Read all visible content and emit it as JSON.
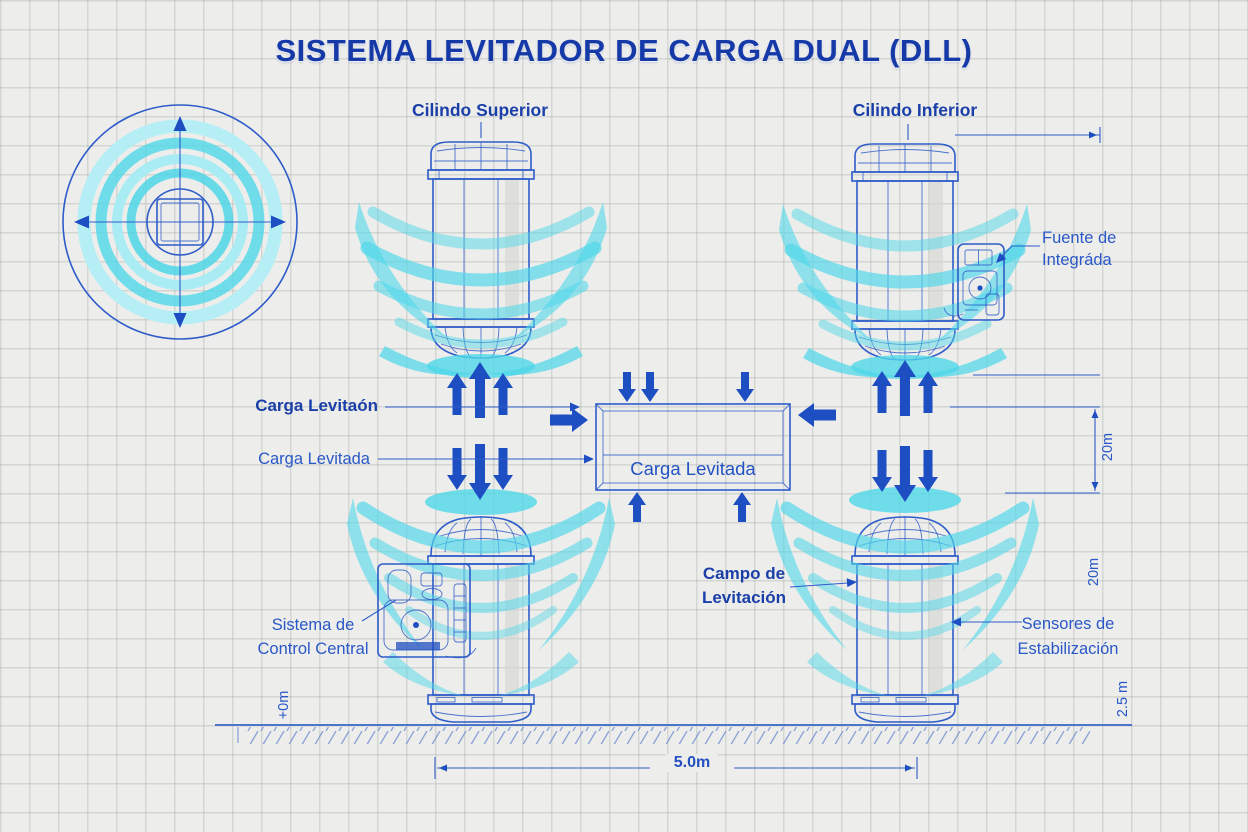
{
  "title": "SISTEMA LEVITADOR DE CARGA DUAL (DLL)",
  "labels": {
    "top_left_cylinder": "Cilindo Superior",
    "top_right_cylinder": "Cilindo Inferior",
    "power_supply_line1": "Fuente de",
    "power_supply_line2": "Integráda",
    "levitated_load_bold": "Carga Levitaón",
    "levitated_load": "Carga Levitada",
    "load_box": "Carga Levitada",
    "levitation_field_line1": "Campo de",
    "levitation_field_line2": "Levitación",
    "control_system_line1": "Sistema de",
    "control_system_line2": "Control Central",
    "sensors_line1": "Sensores de",
    "sensors_line2": "Estabilización"
  },
  "dimensions": {
    "box_height": "20m",
    "lower_gap": "20m",
    "ground_clearance": "2.5 m",
    "ground_zero": "+0m",
    "span": "5.0m"
  },
  "colors": {
    "ink_blue": "#2e5cc9",
    "arrow_blue": "#1d4ec2",
    "title_blue": "#1639a8",
    "field_cyan": "#4fd7e9",
    "field_cyan_light": "#b5eef5",
    "paper": "#ededeb",
    "grid": "#d3d5d2"
  }
}
